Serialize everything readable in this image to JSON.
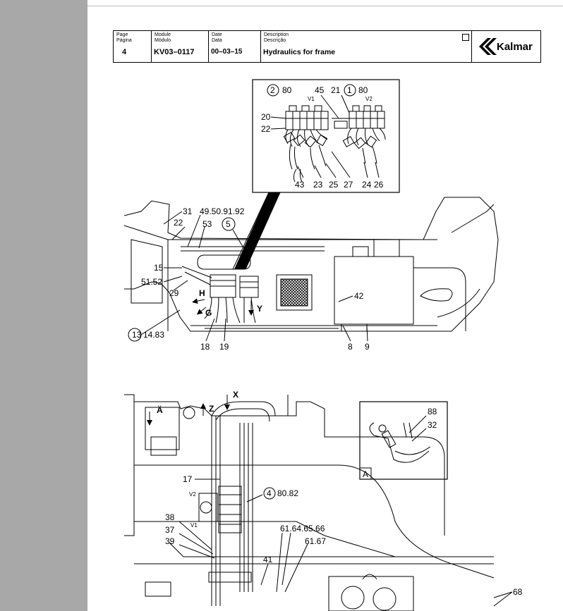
{
  "header": {
    "page_label": "Page\nPágina",
    "page_value": "4",
    "module_label": "Module\nMódulo",
    "module_value": "KV03–0117",
    "date_label": "Date\nData",
    "date_value": "00–03–15",
    "description_label": "Description\nDescrição",
    "description_value": "Hydraulics for frame",
    "logo_text": "Kalmar"
  },
  "detail_top": {
    "callouts": [
      "2",
      "80",
      "V1",
      "45",
      "21",
      "1",
      "80",
      "V2",
      "20",
      "22",
      "43",
      "23",
      "25",
      "27",
      "24",
      "26"
    ]
  },
  "view_side": {
    "labels": [
      "31",
      "49.50.91.92",
      "22",
      "53",
      "5",
      "15",
      "51.52",
      "29",
      "H",
      "G",
      "Y",
      "42",
      "13",
      "14.83",
      "18",
      "19",
      "8",
      "9"
    ]
  },
  "view_plan": {
    "labels": [
      "X",
      "Ä",
      "Z",
      "17",
      "4",
      "80.82",
      "V2",
      "V1",
      "38",
      "37",
      "39",
      "61.64.65.66",
      "41",
      "61.67",
      "68"
    ]
  },
  "detail_a": {
    "callouts": [
      "88",
      "32"
    ],
    "tag": "A"
  }
}
